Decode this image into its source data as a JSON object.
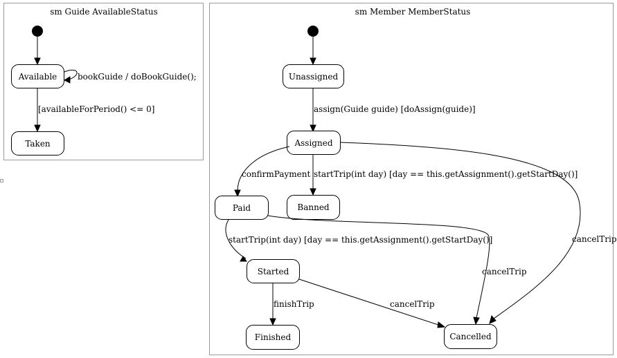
{
  "frames": {
    "guide": {
      "title": "sm Guide AvailableStatus"
    },
    "member": {
      "title": "sm Member MemberStatus"
    }
  },
  "states": {
    "available": "Available",
    "taken": "Taken",
    "unassigned": "Unassigned",
    "assigned": "Assigned",
    "paid": "Paid",
    "banned": "Banned",
    "started": "Started",
    "finished": "Finished",
    "cancelled": "Cancelled"
  },
  "transitions": {
    "book_guide": "bookGuide / doBookGuide();",
    "available_for_period": "[availableForPeriod() <= 0]",
    "assign": "assign(Guide guide) [doAssign(guide)]",
    "confirm_payment": "confirmPayment",
    "start_trip_banned": "startTrip(int day) [day == this.getAssignment().getStartDay()]",
    "start_trip_started": "startTrip(int day) [day == this.getAssignment().getStartDay()]",
    "cancel_trip_assigned": "cancelTrip",
    "cancel_trip_paid": "cancelTrip",
    "cancel_trip_started": "cancelTrip",
    "finish_trip": "finishTrip"
  }
}
